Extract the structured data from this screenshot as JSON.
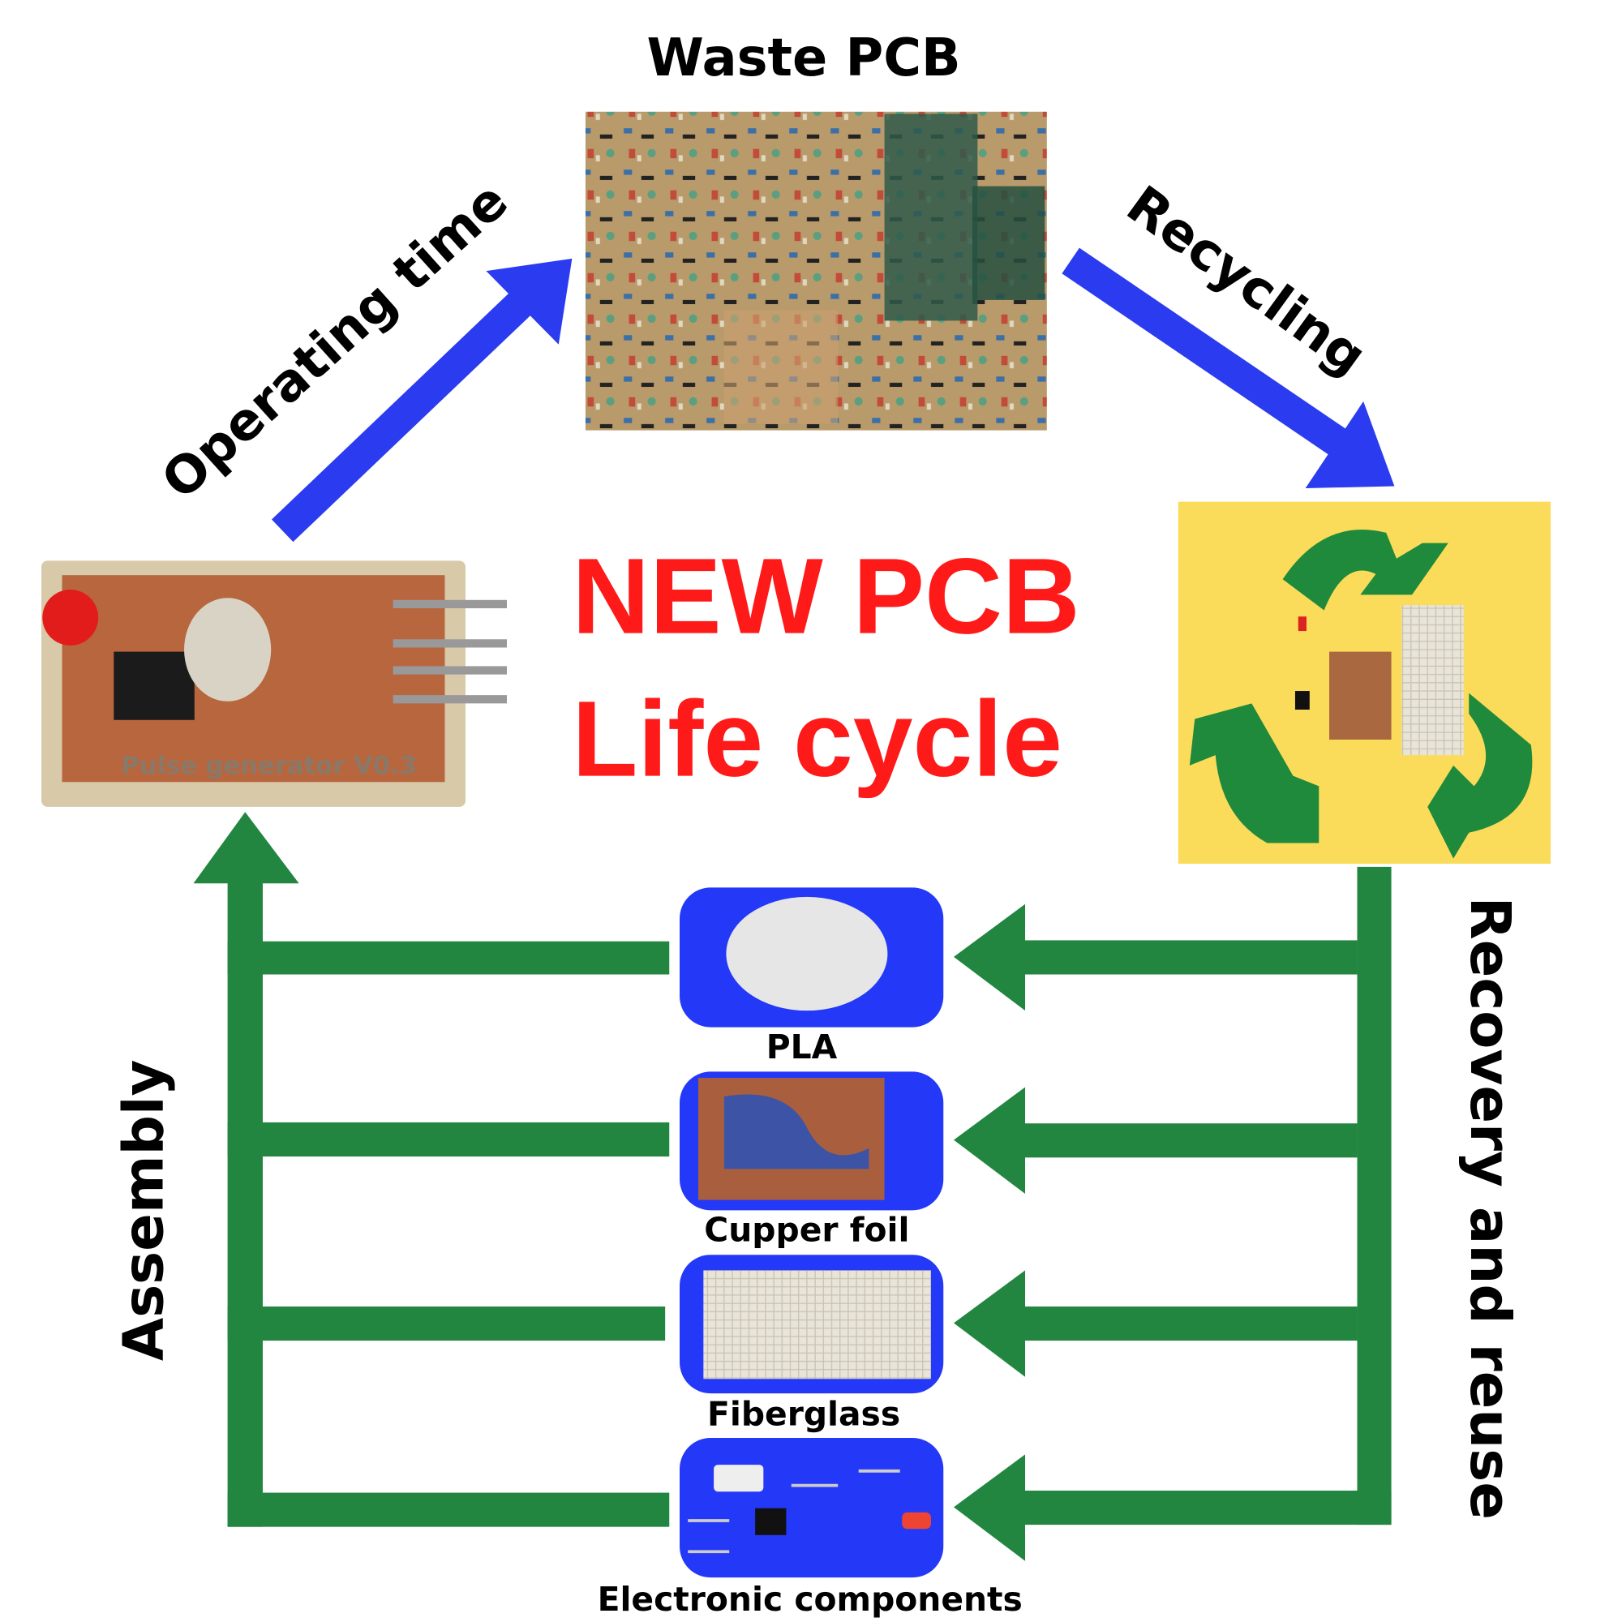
{
  "title_lines": [
    "NEW PCB",
    "Life cycle"
  ],
  "nodes": {
    "waste": "Waste PCB",
    "new_pcb_silkscreen": "Pulse generator V0.3"
  },
  "edges": {
    "operating": "Operating time",
    "recycling": "Recycling",
    "recovery": "Recovery and reuse",
    "assembly": "Assembly"
  },
  "materials": [
    {
      "label": "PLA"
    },
    {
      "label": "Cupper foil"
    },
    {
      "label": "Fiberglass"
    },
    {
      "label": "Electronic components"
    }
  ],
  "colors": {
    "blue_arrow": "#2b3bf0",
    "green_arrow": "#228640",
    "title_red": "#ff1a1a",
    "recycle_bg": "#fbdc5a",
    "material_box": "#2438f8"
  }
}
